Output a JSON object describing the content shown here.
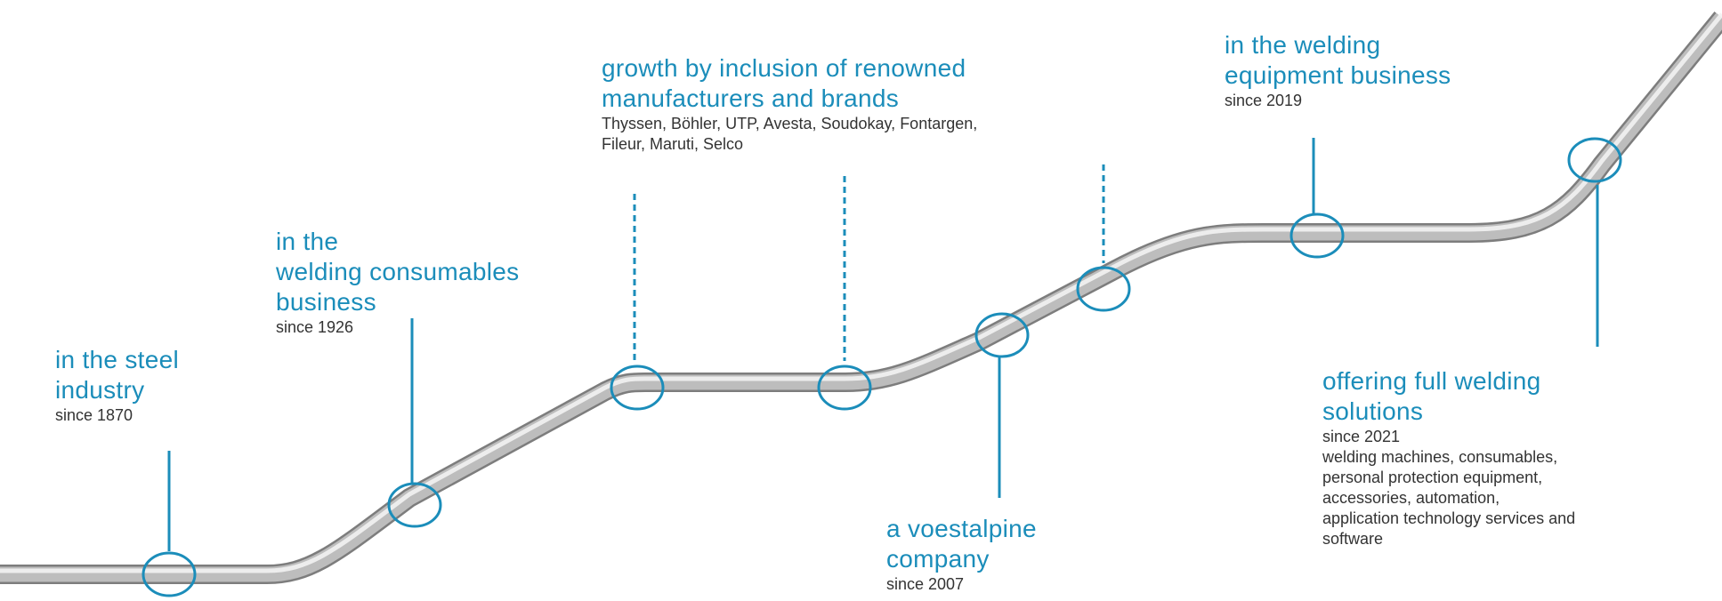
{
  "colors": {
    "accent": "#1b8dba",
    "pipe": "#a9a9a9",
    "text": "#333333"
  },
  "milestones": [
    {
      "title": [
        "in the steel",
        "industry"
      ],
      "since": "since 1870"
    },
    {
      "title": [
        "in the",
        "welding consumables",
        "business"
      ],
      "since": "since 1926"
    },
    {
      "title": [
        "growth by inclusion of renowned",
        "manufacturers and brands"
      ],
      "details": [
        "Thyssen, Böhler, UTP, Avesta, Soudokay, Fontargen,",
        "Fileur, Maruti, Selco"
      ]
    },
    {
      "title": [
        "a voestalpine",
        "company"
      ],
      "since": "since 2007"
    },
    {
      "title": [
        "in the welding",
        "equipment business"
      ],
      "since": "since 2019"
    },
    {
      "title": [
        "offering full welding",
        "solutions"
      ],
      "since": "since 2021",
      "details": [
        "welding machines, consumables,",
        "personal protection equipment,",
        "accessories, automation,",
        "application technology services and",
        "software"
      ]
    }
  ]
}
